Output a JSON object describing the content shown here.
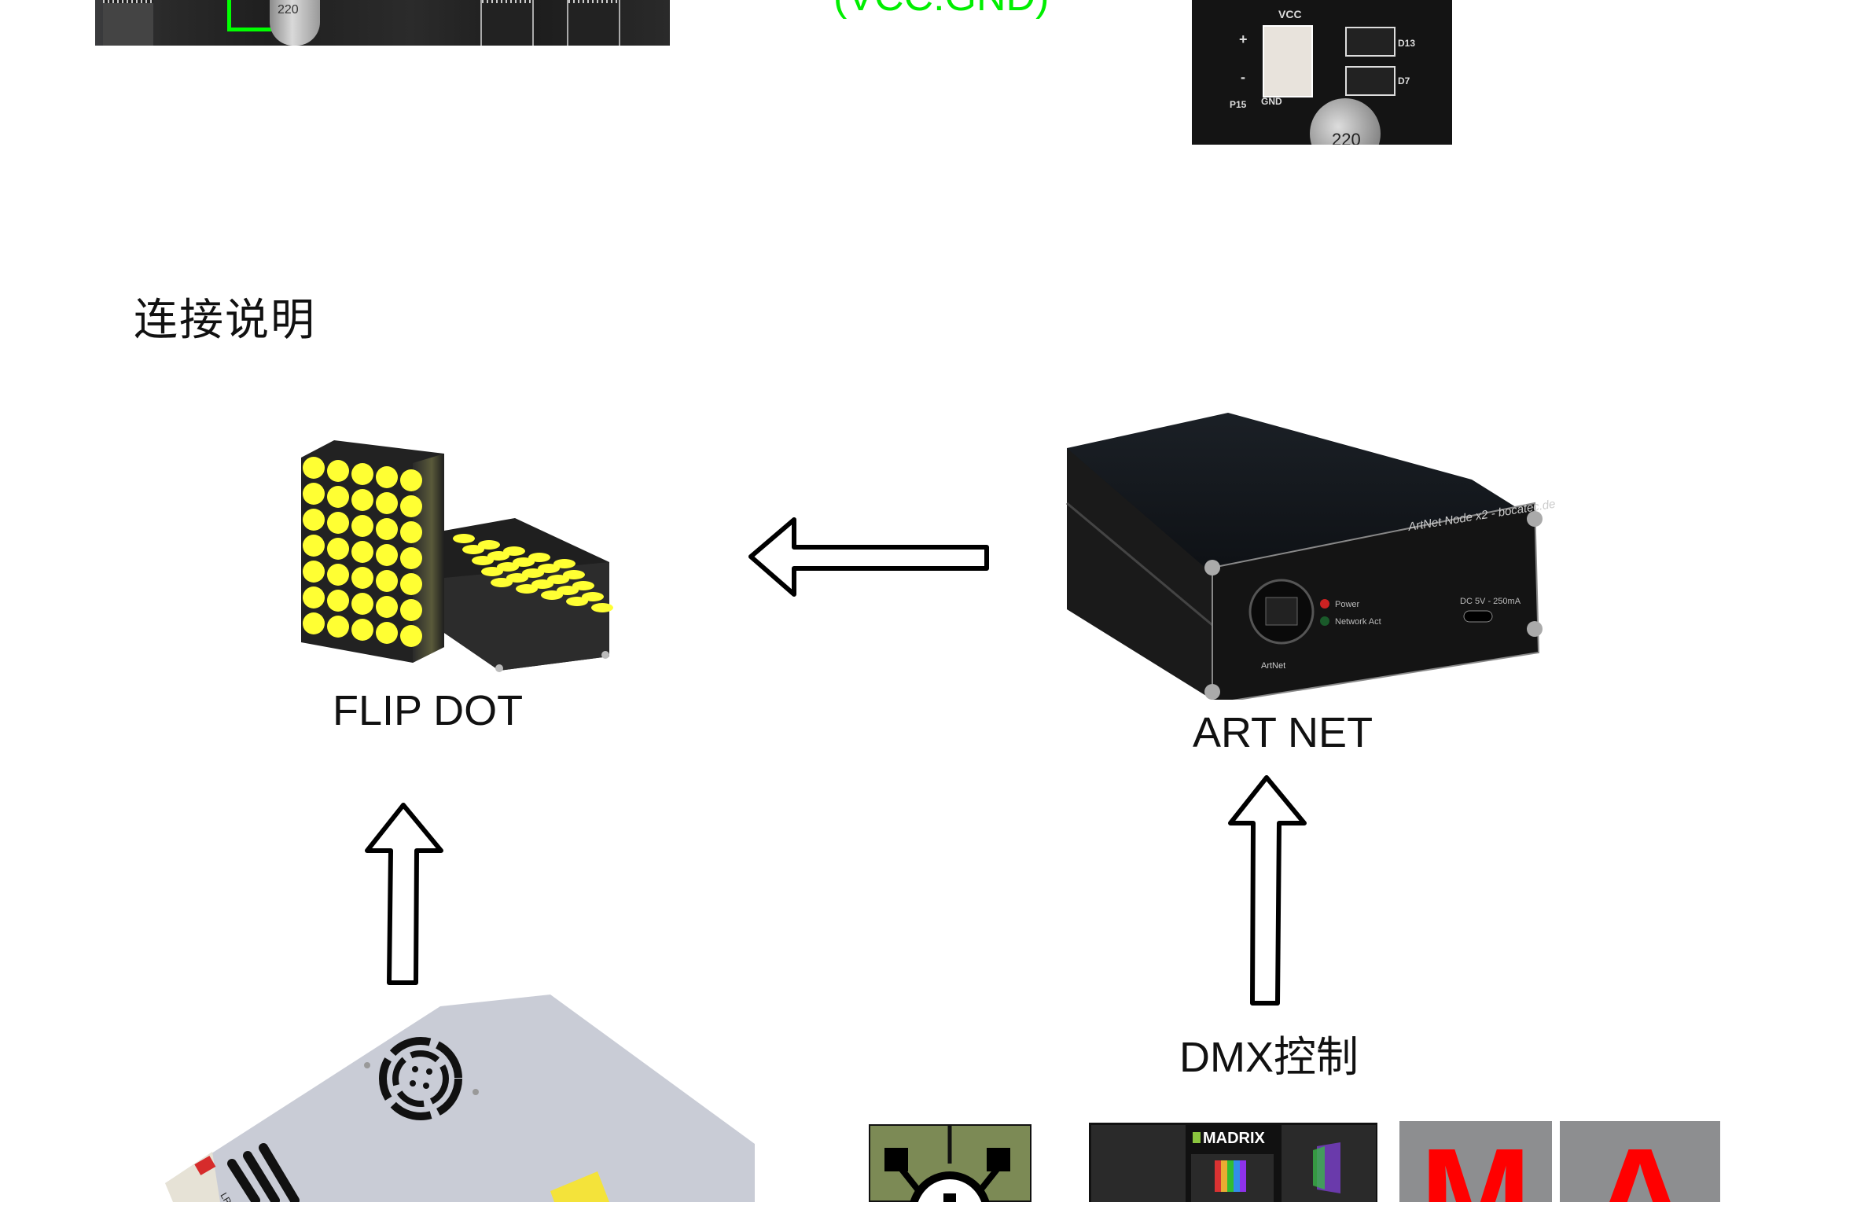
{
  "top": {
    "pcb_left_marking": "220",
    "green_note": "(VCC:GND)",
    "green_note_color": "#00ee00",
    "pcb_right": {
      "vcc_label": "VCC",
      "connector_label": "P15",
      "gnd_label": "GND",
      "diode_labels": [
        "D13",
        "D7"
      ],
      "inductor_marking": "220"
    }
  },
  "section_title": "连接说明",
  "diagram": {
    "flip_dot": {
      "label": "FLIP DOT",
      "dot_color": "#ffff33"
    },
    "art_net": {
      "label": "ART NET",
      "device_text": "ArtNet Node x2 - bocatec.de",
      "port_label": "ArtNet",
      "led_power": "Power",
      "led_network": "Network Act",
      "power_spec": "DC 5V - 250mA"
    },
    "dmx_control": {
      "label": "DMX控制"
    },
    "power_supply": {
      "model_text": "LRS"
    },
    "software_logos": [
      {
        "name": "green-dmx-logo"
      },
      {
        "name": "MADRIX",
        "text": "MADRIX"
      },
      {
        "name": "MA",
        "letters": [
          "M",
          "A"
        ],
        "color": "#ff0000"
      }
    ]
  }
}
